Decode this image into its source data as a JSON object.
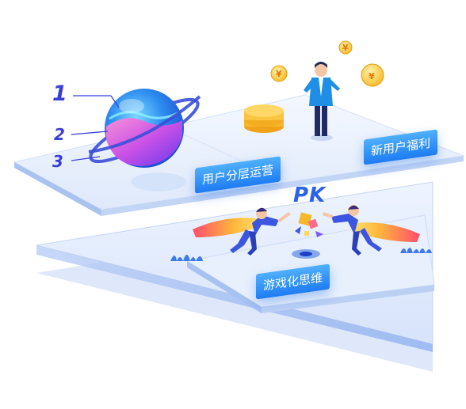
{
  "labels": {
    "user_layer": "用户分层运营",
    "new_user_welfare": "新用户福利",
    "game_thinking": "游戏化思维"
  },
  "numbers": [
    "1",
    "2",
    "3"
  ],
  "pk": "PK",
  "coin_symbol": "¥",
  "colors": {
    "tag_blue": "#1e7cf2",
    "number_purple": "#3b3fd8",
    "pk_blue": "#2b63e6",
    "coin_gold": "#f7b928"
  }
}
